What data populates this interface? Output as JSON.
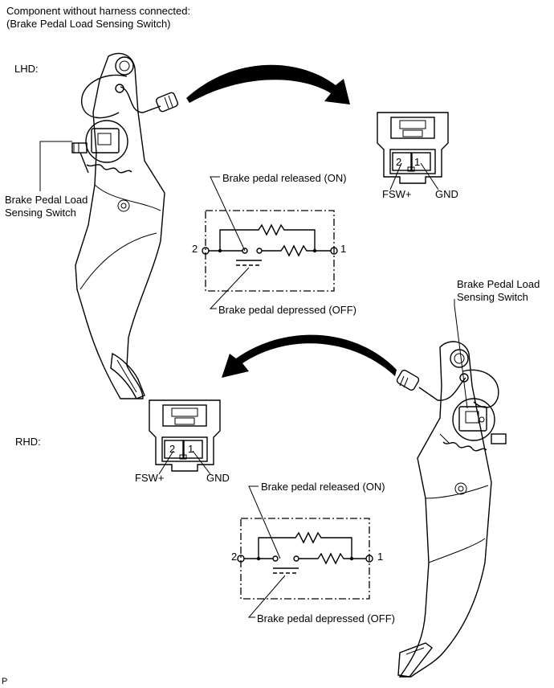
{
  "header": {
    "line1": "Component without harness connected:",
    "line2": "(Brake Pedal Load Sensing Switch)"
  },
  "lhd": {
    "label": "LHD:",
    "switch_label_1": "Brake Pedal Load",
    "switch_label_2": "Sensing Switch",
    "connector": {
      "pin_left": "2",
      "pin_right": "1",
      "label_left": "FSW+",
      "label_right": "GND"
    },
    "circuit": {
      "released": "Brake pedal released (ON)",
      "depressed": "Brake pedal depressed (OFF)",
      "term_left": "2",
      "term_right": "1"
    }
  },
  "rhd": {
    "label": "RHD:",
    "switch_label_1": "Brake Pedal Load",
    "switch_label_2": "Sensing Switch",
    "connector": {
      "pin_left": "2",
      "pin_right": "1",
      "label_left": "FSW+",
      "label_right": "GND"
    },
    "circuit": {
      "released": "Brake pedal released (ON)",
      "depressed": "Brake pedal depressed (OFF)",
      "term_left": "2",
      "term_right": "1"
    }
  },
  "footer": {
    "code": "P"
  }
}
